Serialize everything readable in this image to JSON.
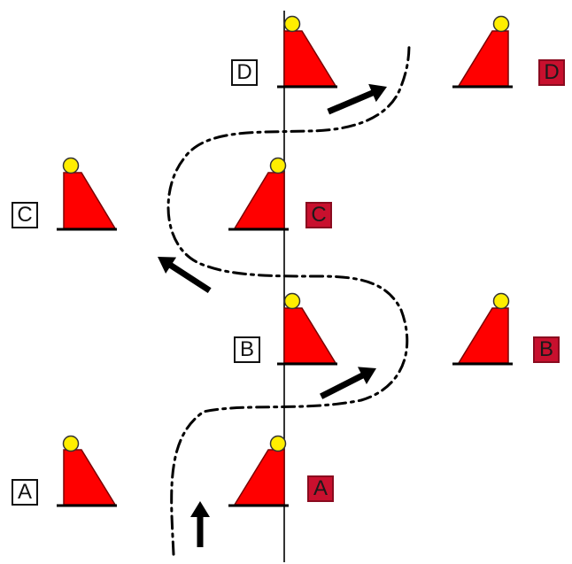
{
  "colors": {
    "cone_fill": "#ff0000",
    "cone_outline": "#7a0000",
    "cone_ball": "#ffee00",
    "base_line": "#000000",
    "path_line": "#000000",
    "arrow": "#000000",
    "label_red_bg": "#c8102e",
    "label_white_bg": "#ffffff"
  },
  "icons": {
    "cone": "training-cone-icon",
    "arrow": "direction-arrow-icon"
  },
  "labels": {
    "a_left": "A",
    "a_right": "A",
    "b_left": "B",
    "b_right": "B",
    "c_left": "C",
    "c_right": "C",
    "d_left": "D",
    "d_right": "D"
  }
}
